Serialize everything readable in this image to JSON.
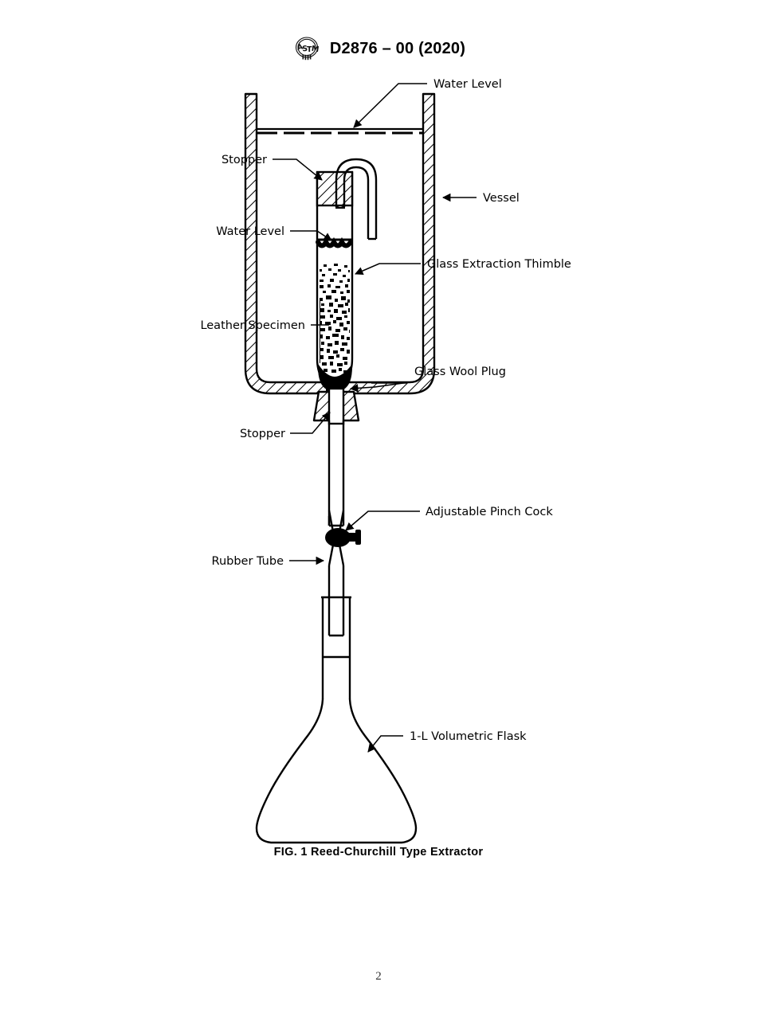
{
  "header": {
    "logo_icon": "astm-logo-icon",
    "designation": "D2876 – 00 (2020)"
  },
  "figure": {
    "caption": "FIG. 1  Reed-Churchill Type Extractor",
    "labels": {
      "water_level_top": "Water Level",
      "stopper_top": "Stopper",
      "vessel": "Vessel",
      "water_level_thimble": "Water Level",
      "glass_extraction_thimble": "Glass Extraction Thimble",
      "leather_specimen": "Leather Specimen",
      "glass_wool_plug": "Glass Wool Plug",
      "stopper_bottom": "Stopper",
      "adjustable_pinch_cock": "Adjustable Pinch Cock",
      "rubber_tube": "Rubber Tube",
      "volumetric_flask": "1-L Volumetric Flask"
    }
  },
  "footer": {
    "page_number": "2"
  },
  "colors": {
    "ink": "#000000",
    "paper": "#ffffff"
  }
}
